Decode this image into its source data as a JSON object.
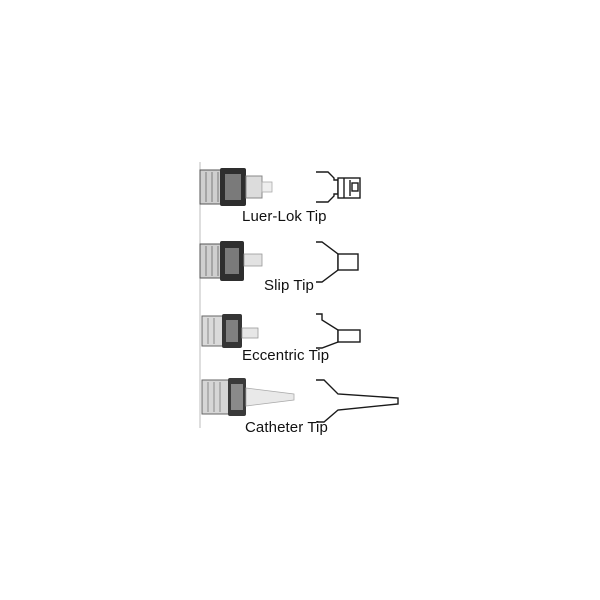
{
  "diagram": {
    "colors": {
      "outline": "#1a1a1a",
      "barrel": "#d9d9d9",
      "plunger": "#3a3a3a",
      "background": "#ffffff"
    },
    "tips": [
      {
        "label": "Luer-Lok Tip",
        "shape": "luer-lok"
      },
      {
        "label": "Slip Tip",
        "shape": "slip"
      },
      {
        "label": "Eccentric Tip",
        "shape": "eccentric"
      },
      {
        "label": "Catheter Tip",
        "shape": "catheter"
      }
    ]
  }
}
